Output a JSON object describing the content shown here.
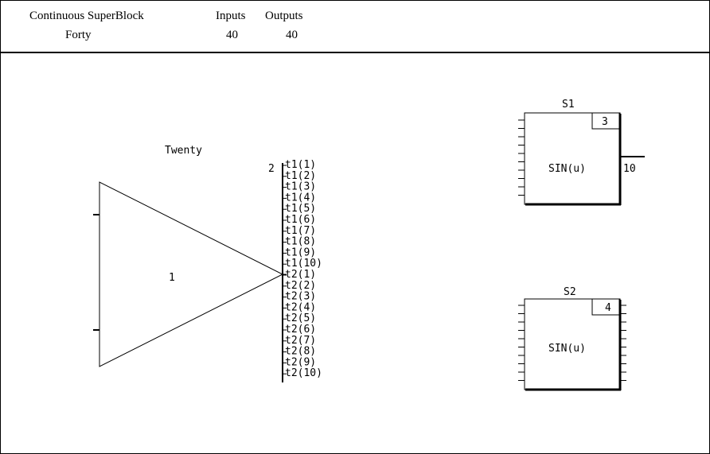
{
  "header": {
    "block_type": "Continuous SuperBlock",
    "block_name": "Forty",
    "inputs_label": "Inputs",
    "inputs_value": "40",
    "outputs_label": "Outputs",
    "outputs_value": "40"
  },
  "diagram": {
    "superblock_label": "Twenty",
    "superblock_id": "1",
    "bus_id": "2",
    "bus_signals": [
      "t1(1)",
      "t1(2)",
      "t1(3)",
      "t1(4)",
      "t1(5)",
      "t1(6)",
      "t1(7)",
      "t1(8)",
      "t1(9)",
      "t1(10)",
      "t2(1)",
      "t2(2)",
      "t2(3)",
      "t2(4)",
      "t2(5)",
      "t2(6)",
      "t2(7)",
      "t2(8)",
      "t2(9)",
      "t2(10)"
    ],
    "blocks": [
      {
        "name": "S1",
        "function": "SIN(u)",
        "id": "3",
        "output_label": "10"
      },
      {
        "name": "S2",
        "function": "SIN(u)",
        "id": "4",
        "output_label": ""
      }
    ]
  }
}
